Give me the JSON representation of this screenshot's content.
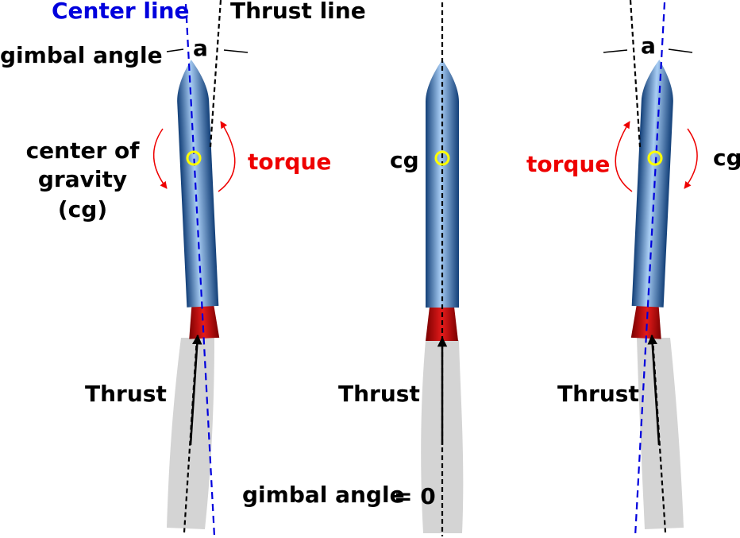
{
  "labels": {
    "center_line": "Center line",
    "thrust_line": "Thrust line",
    "gimbal_angle": "gimbal angle",
    "angle_symbol_left": "a",
    "angle_symbol_right": "a",
    "cg_full_line1": "center of",
    "cg_full_line2": "gravity",
    "cg_full_line3": "(cg)",
    "torque_left": "torque",
    "cg_middle": "cg",
    "torque_right": "torque",
    "cg_right": "cg",
    "thrust_left": "Thrust",
    "thrust_middle": "Thrust",
    "thrust_right": "Thrust",
    "gimbal_zero": "gimbal angle",
    "equals_zero": "= 0"
  },
  "colors": {
    "center_line": "#0000dd",
    "torque": "#ee0000",
    "text": "#000000",
    "body_dark": "#123f78",
    "body_light": "#a8cdf4",
    "nozzle_dark": "#7a0000",
    "nozzle_light": "#e41b1b",
    "plume": "#d4d4d4",
    "cg_marker": "#ffff00"
  }
}
